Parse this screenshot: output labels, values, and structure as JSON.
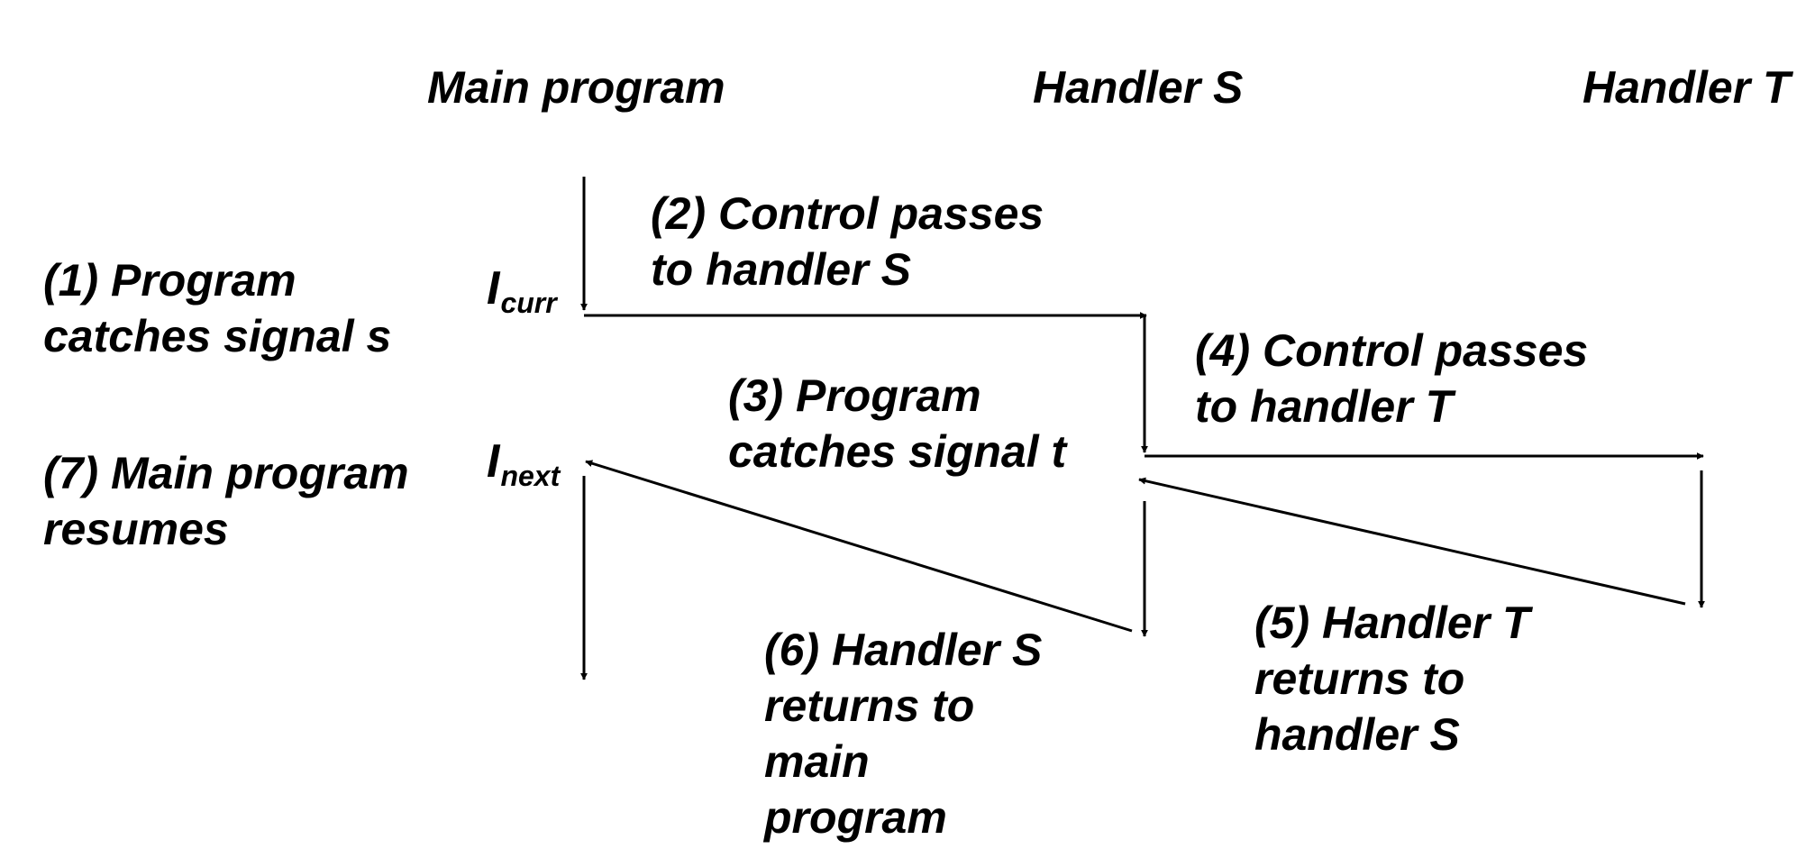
{
  "headers": {
    "main": "Main program",
    "handler_s": "Handler S",
    "handler_t": "Handler T"
  },
  "steps": {
    "s1": [
      "(1) Program",
      "catches signal s"
    ],
    "s2": [
      "(2) Control passes",
      "to handler S"
    ],
    "s3": [
      "(3) Program",
      "catches signal t"
    ],
    "s4": [
      "(4)  Control passes",
      "to handler T"
    ],
    "s5": [
      "(5) Handler T",
      "returns to",
      "handler S"
    ],
    "s6": [
      "(6) Handler S",
      "returns to",
      "main",
      "program"
    ],
    "s7": [
      "(7) Main program",
      "resumes"
    ]
  },
  "instructions": {
    "curr": {
      "base": "I",
      "sub": "curr"
    },
    "next": {
      "base": "I",
      "sub": "next"
    }
  }
}
